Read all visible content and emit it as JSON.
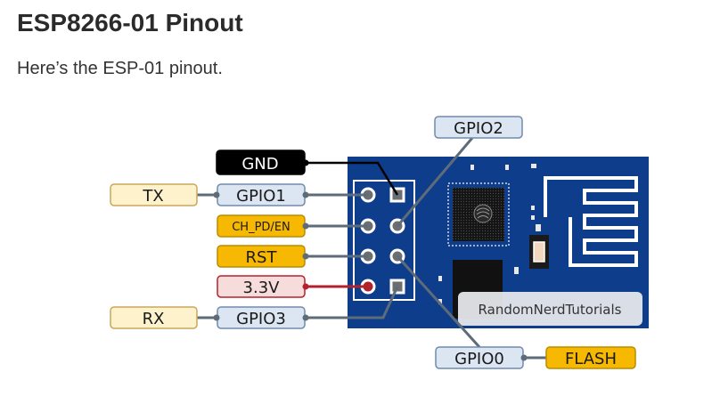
{
  "article": {
    "heading": "ESP8266-01 Pinout",
    "intro": "Here’s the ESP-01 pinout."
  },
  "diagram": {
    "watermark": "RandomNerdTutorials",
    "labels": {
      "gpio2": "GPIO2",
      "gnd": "GND",
      "tx": "TX",
      "gpio1": "GPIO1",
      "ch_pd_en": "CH_PD/EN",
      "rst": "RST",
      "v33": "3.3V",
      "rx": "RX",
      "gpio3": "GPIO3",
      "gpio0": "GPIO0",
      "flash": "FLASH"
    },
    "colors": {
      "board": "#0e3d8c",
      "gpio_fill": "#dce6f2",
      "gpio_stroke": "#6f8cad",
      "uart_fill": "#fdf2cc",
      "uart_stroke": "#c9a75a",
      "control_fill": "#f6b800",
      "gnd_fill": "#000000",
      "power_fill": "#f7dcdc",
      "power_stroke": "#b3212c",
      "power_wire": "#b3212c",
      "wire": "#4a5a6a"
    }
  }
}
